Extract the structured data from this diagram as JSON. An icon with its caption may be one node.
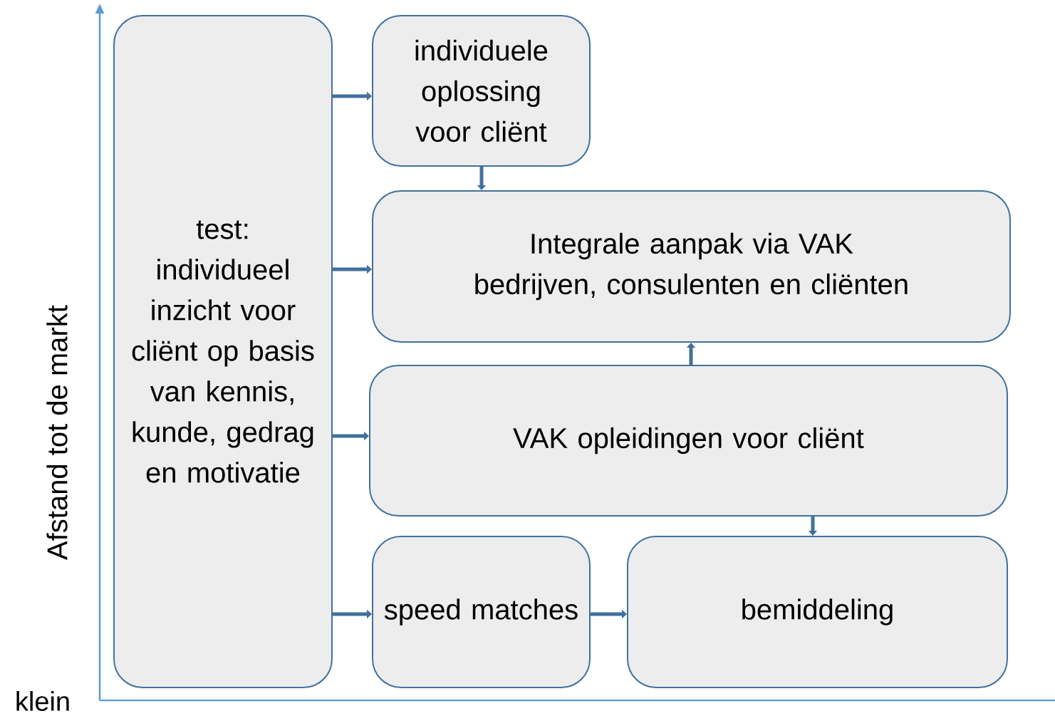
{
  "diagram": {
    "nodes": [
      {
        "text": [
          "test: individueel inzicht voor cliënt op basis van kennis, kunde, gedrag en motivatie"
        ]
      },
      {
        "text": [
          "individuele oplossing voor cliënt"
        ]
      },
      {
        "text": [
          "Integrale aanpak via VAK bedrijven, consulenten en cliënten"
        ]
      },
      {
        "text": [
          "VAK opleidingen voor cliënt"
        ]
      },
      {
        "text": [
          "speed matches"
        ]
      },
      {
        "text": [
          "bemiddeling"
        ]
      }
    ],
    "edges": [
      {
        "from": 0,
        "to": 1,
        "arrow": "to"
      },
      {
        "from": 0,
        "to": 2,
        "arrow": "to"
      },
      {
        "from": 0,
        "to": 3,
        "arrow": "to"
      },
      {
        "from": 0,
        "to": 4,
        "arrow": "to"
      },
      {
        "from": 1,
        "to": 2,
        "arrow": "to"
      },
      {
        "from": 3,
        "to": 2,
        "arrow": "to"
      },
      {
        "from": 3,
        "to": 5,
        "arrow": "to"
      },
      {
        "from": 4,
        "to": 5,
        "arrow": "to"
      }
    ],
    "labels": [
      "Afstand tot de markt",
      "klein"
    ]
  }
}
